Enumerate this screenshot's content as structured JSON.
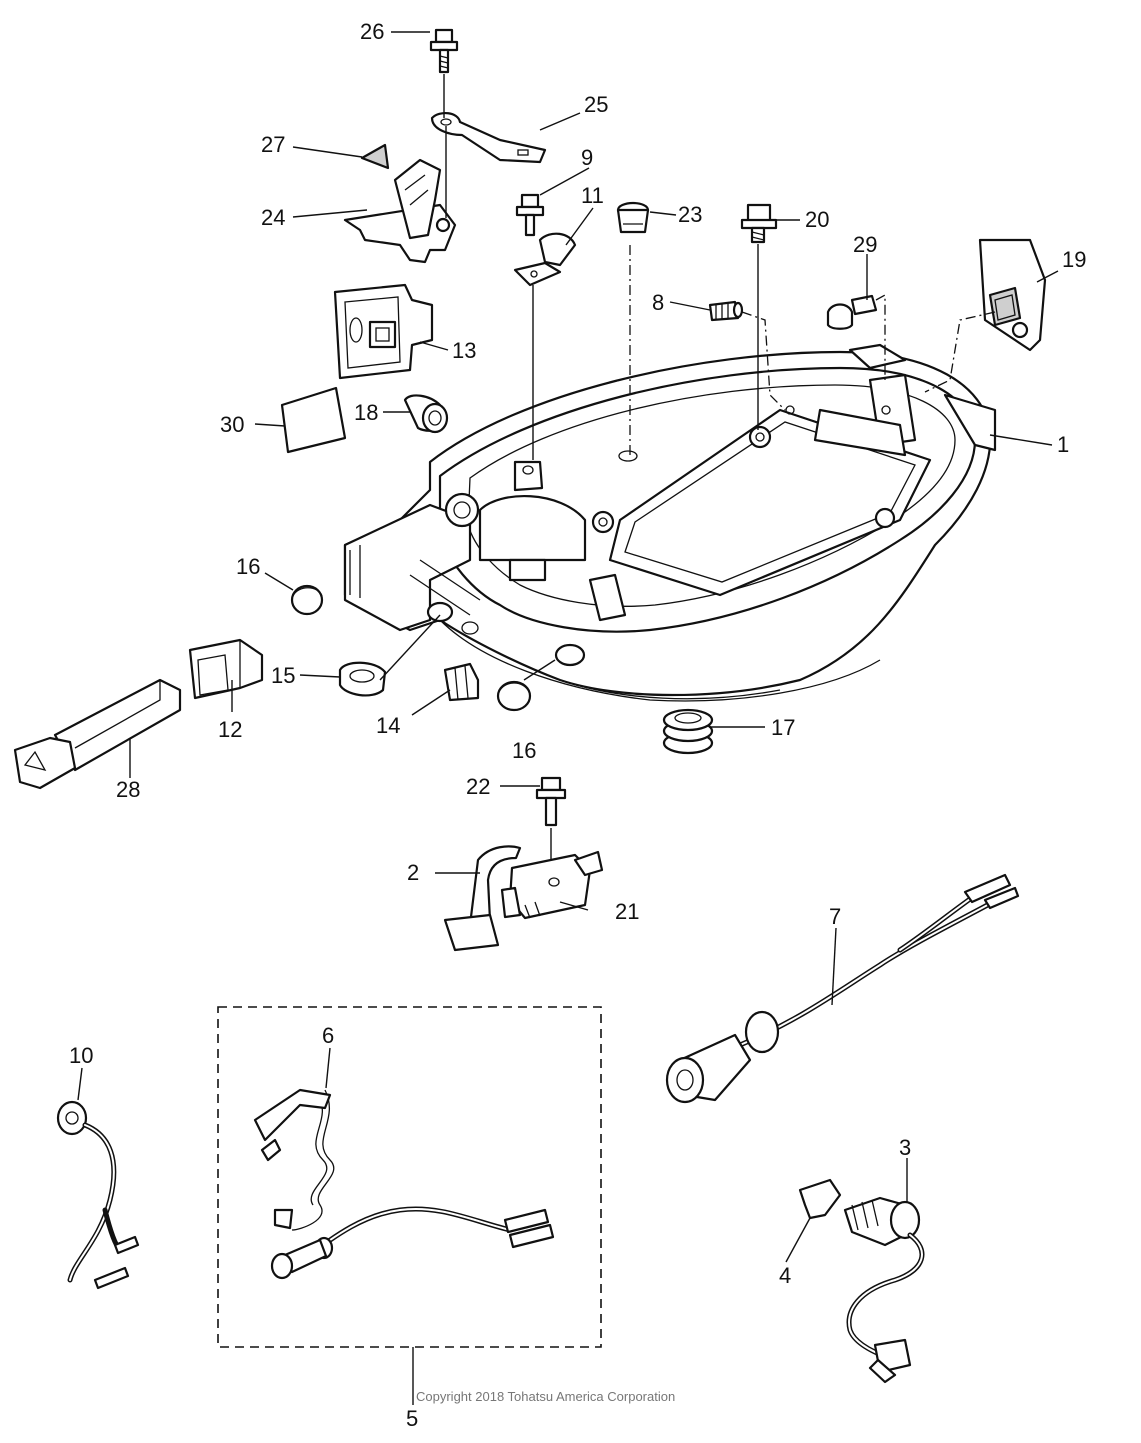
{
  "labels": {
    "p1": "1",
    "p2": "2",
    "p3": "3",
    "p4": "4",
    "p5": "5",
    "p6": "6",
    "p7": "7",
    "p8": "8",
    "p9": "9",
    "p10": "10",
    "p11": "11",
    "p12": "12",
    "p13": "13",
    "p14": "14",
    "p15": "15",
    "p16a": "16",
    "p16b": "16",
    "p17": "17",
    "p18": "18",
    "p19": "19",
    "p20": "20",
    "p21": "21",
    "p22": "22",
    "p23": "23",
    "p24": "24",
    "p25": "25",
    "p26": "26",
    "p27": "27",
    "p28": "28",
    "p29": "29",
    "p30": "30"
  },
  "copyright": "Copyright 2018 Tohatsu America Corporation"
}
